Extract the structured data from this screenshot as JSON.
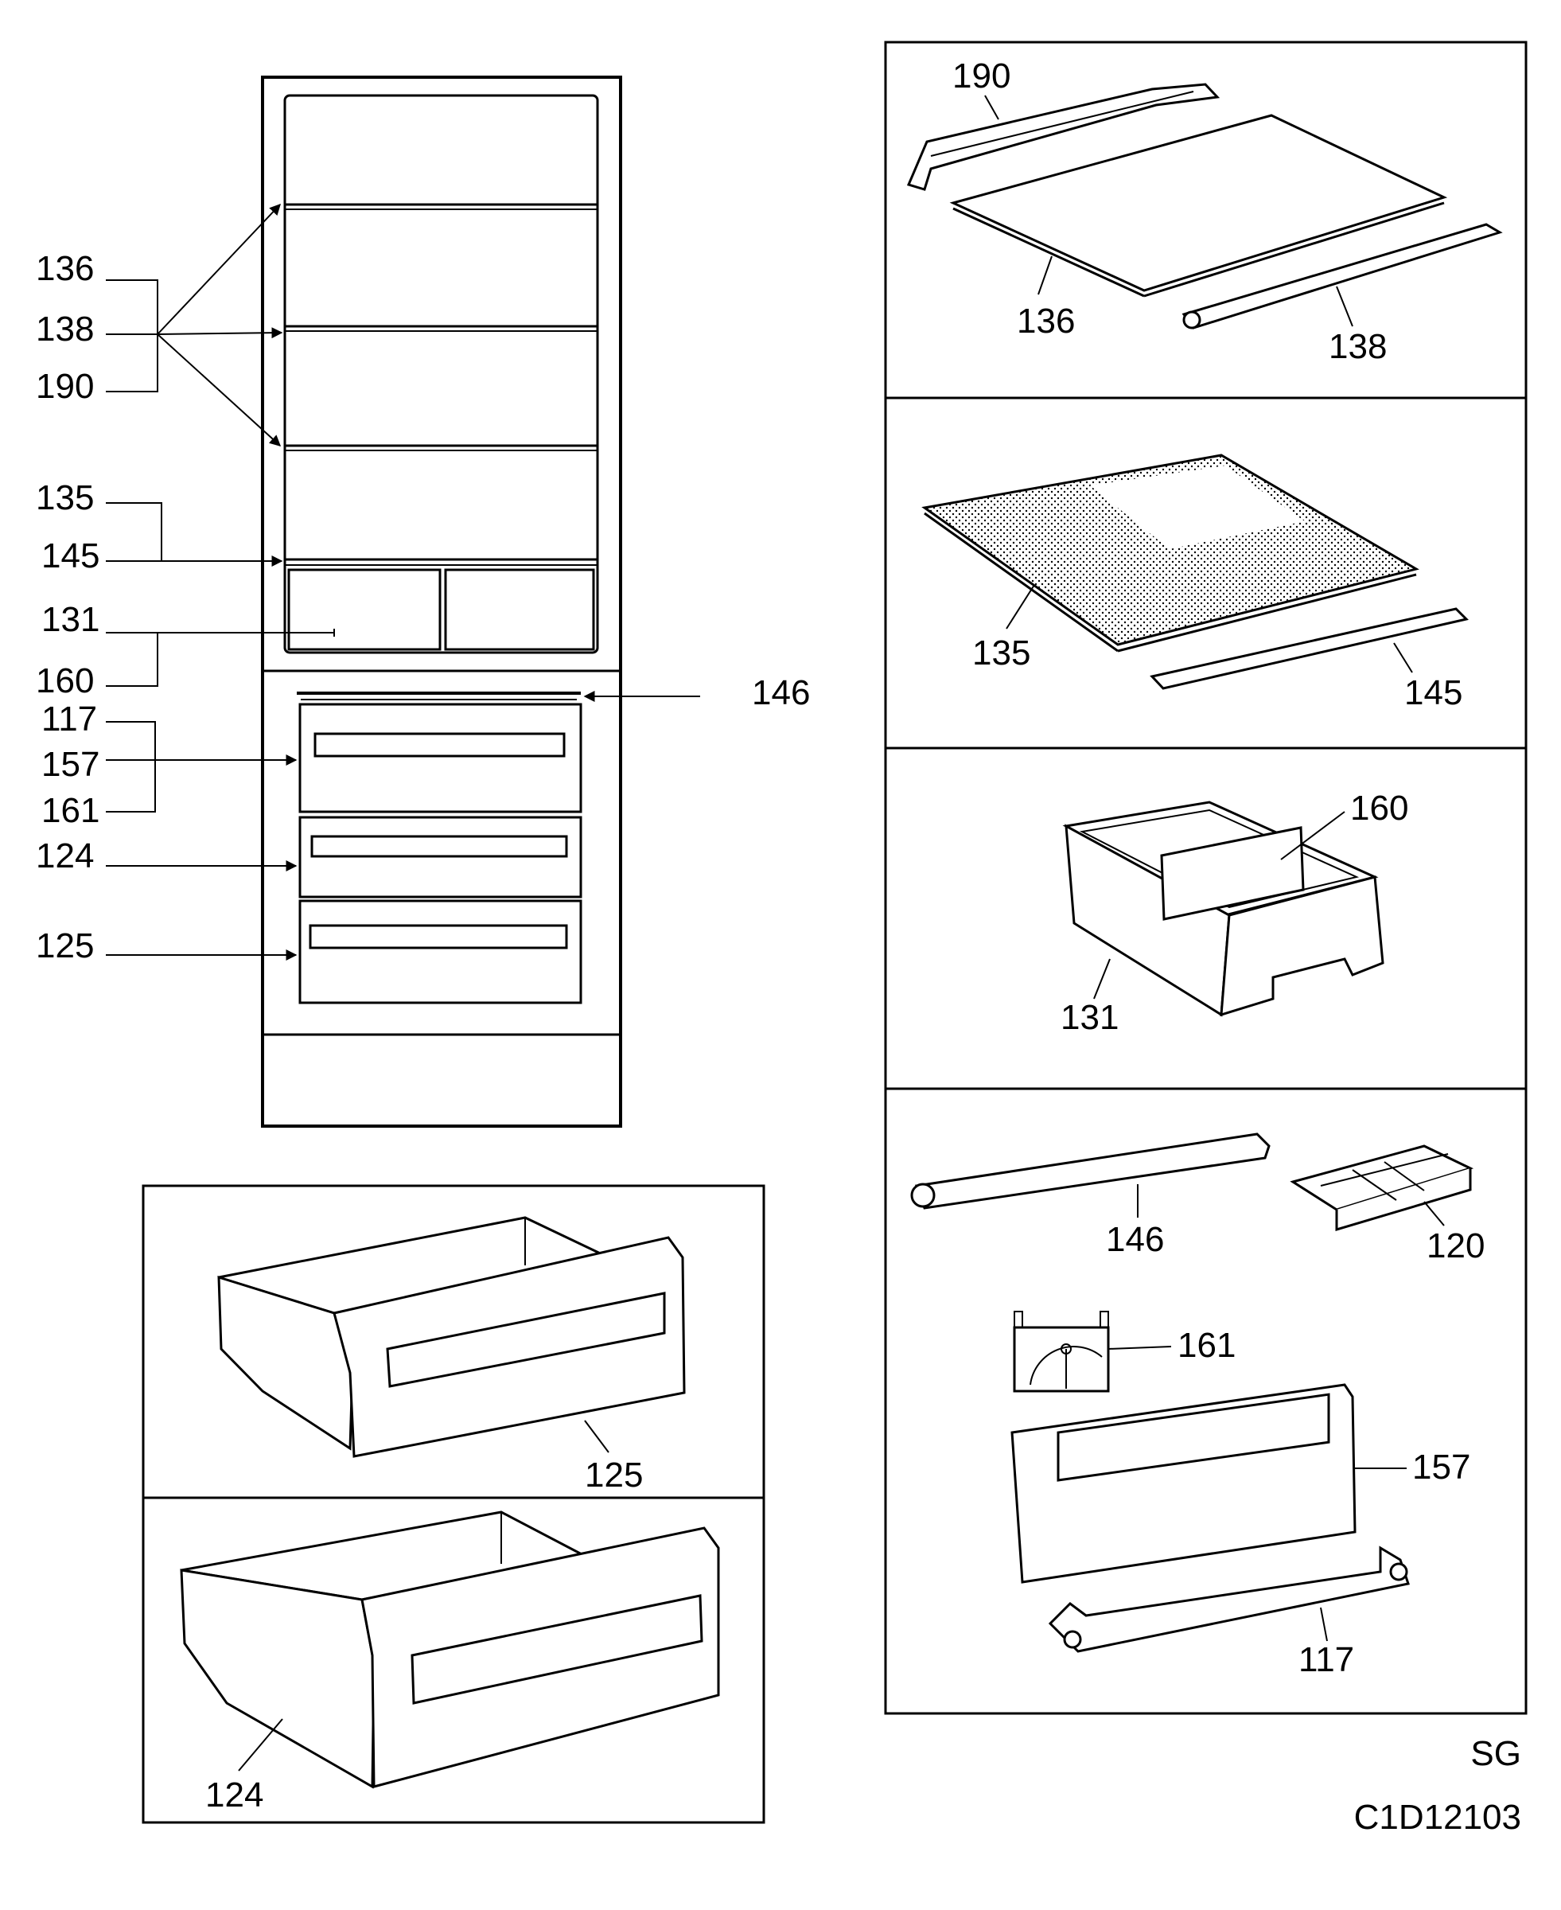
{
  "fridge_callouts": {
    "shelf_group": [
      "136",
      "138",
      "190"
    ],
    "glass_group": [
      "135",
      "145"
    ],
    "crisper_group": [
      "131",
      "160"
    ],
    "top_right": "146",
    "drawer_group": [
      "117",
      "157",
      "161"
    ],
    "drawer2": "124",
    "drawer3": "125"
  },
  "panel_shelf": {
    "top": "190",
    "glass": "136",
    "trim": "138"
  },
  "panel_glass": {
    "glass": "135",
    "trim": "145"
  },
  "panel_crisper": {
    "divider": "160",
    "box": "131"
  },
  "panel_parts": {
    "strip": "146",
    "ice_tray": "120",
    "thermometer": "161",
    "front": "157",
    "rail": "117"
  },
  "panel_drawer125": {
    "label": "125"
  },
  "panel_drawer124": {
    "label": "124"
  },
  "footer": {
    "code1": "SG",
    "code2": "C1D12103"
  }
}
